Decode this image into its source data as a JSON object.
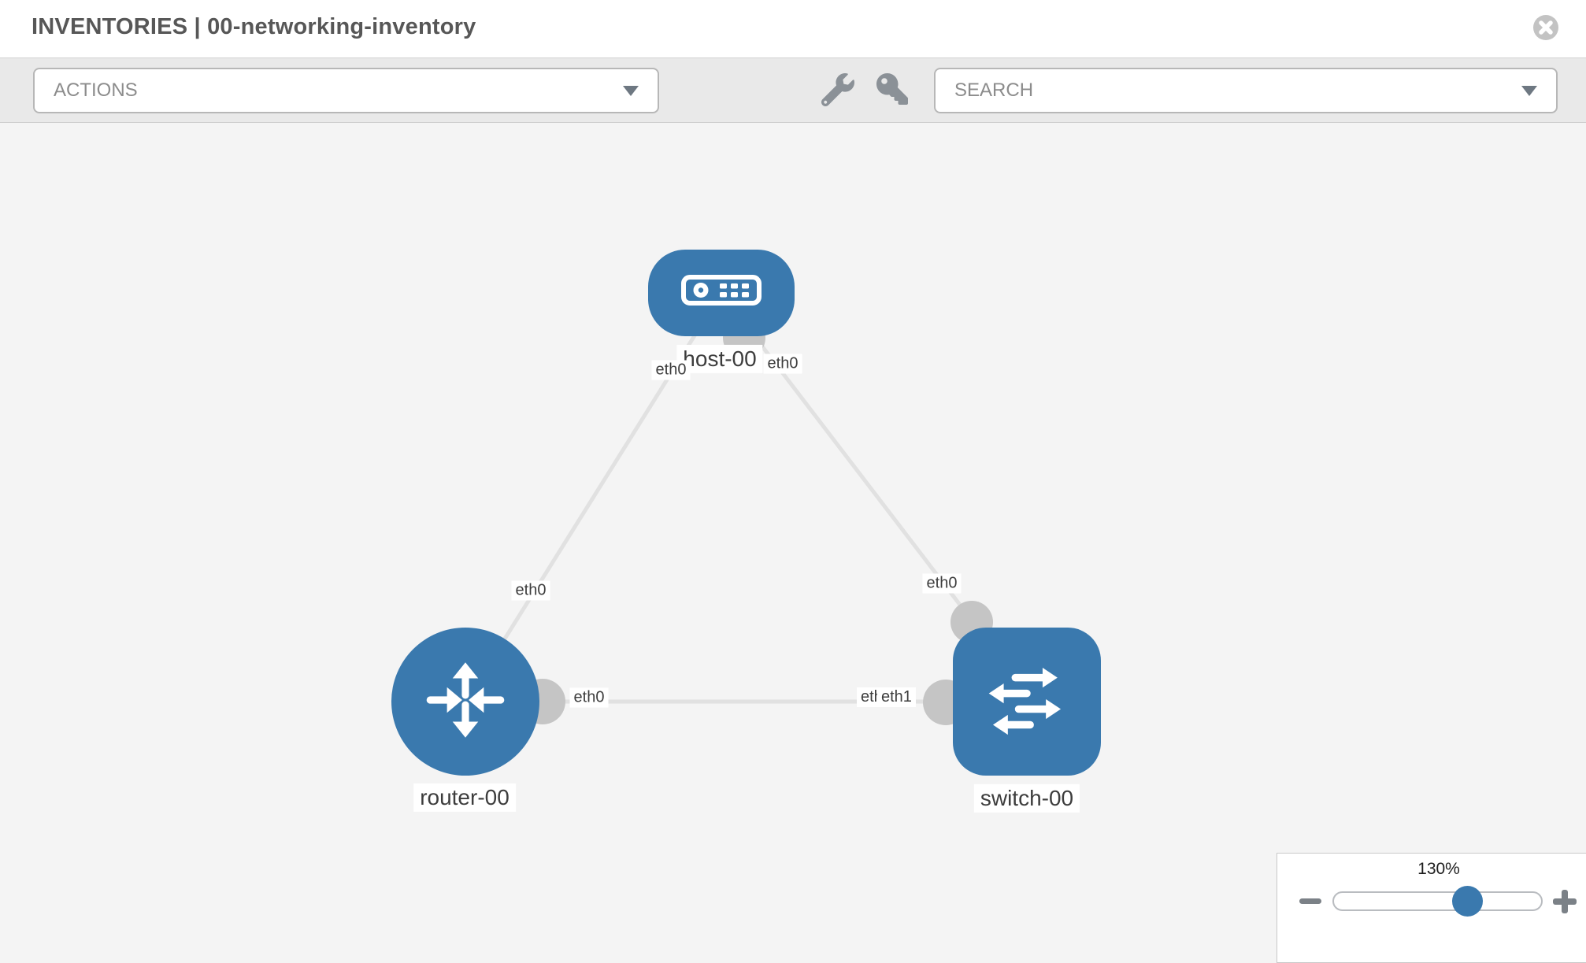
{
  "header": {
    "title": "INVENTORIES | 00-networking-inventory",
    "close_icon": "close-icon"
  },
  "toolbar": {
    "actions": {
      "label": "ACTIONS",
      "icon": "chevron-down-icon"
    },
    "wrench_icon": "wrench-icon",
    "key_icon": "key-icon",
    "search": {
      "label": "SEARCH",
      "icon": "chevron-down-icon"
    }
  },
  "topology": {
    "nodes": [
      {
        "id": "host-00",
        "label": "host-00",
        "type": "host",
        "icon": "server-icon"
      },
      {
        "id": "router-00",
        "label": "router-00",
        "type": "router",
        "icon": "router-arrows-icon"
      },
      {
        "id": "switch-00",
        "label": "switch-00",
        "type": "switch",
        "icon": "switch-arrows-icon"
      }
    ],
    "edges": [
      {
        "from": "host-00",
        "to": "router-00",
        "from_label": "eth0",
        "to_label": "eth0"
      },
      {
        "from": "host-00",
        "to": "switch-00",
        "from_label": "eth0",
        "to_label": "eth0"
      },
      {
        "from": "router-00",
        "to": "switch-00",
        "from_label": "eth0",
        "to_label": "eth1",
        "to_label_overlapped": "eth0"
      }
    ]
  },
  "zoom_control": {
    "level": "130%",
    "zoom_out_icon": "minus-icon",
    "zoom_in_icon": "plus-icon"
  },
  "colors": {
    "node_blue": "#3a79ae",
    "port_gray": "#c5c5c5",
    "edge_gray": "#e1e1e1"
  }
}
